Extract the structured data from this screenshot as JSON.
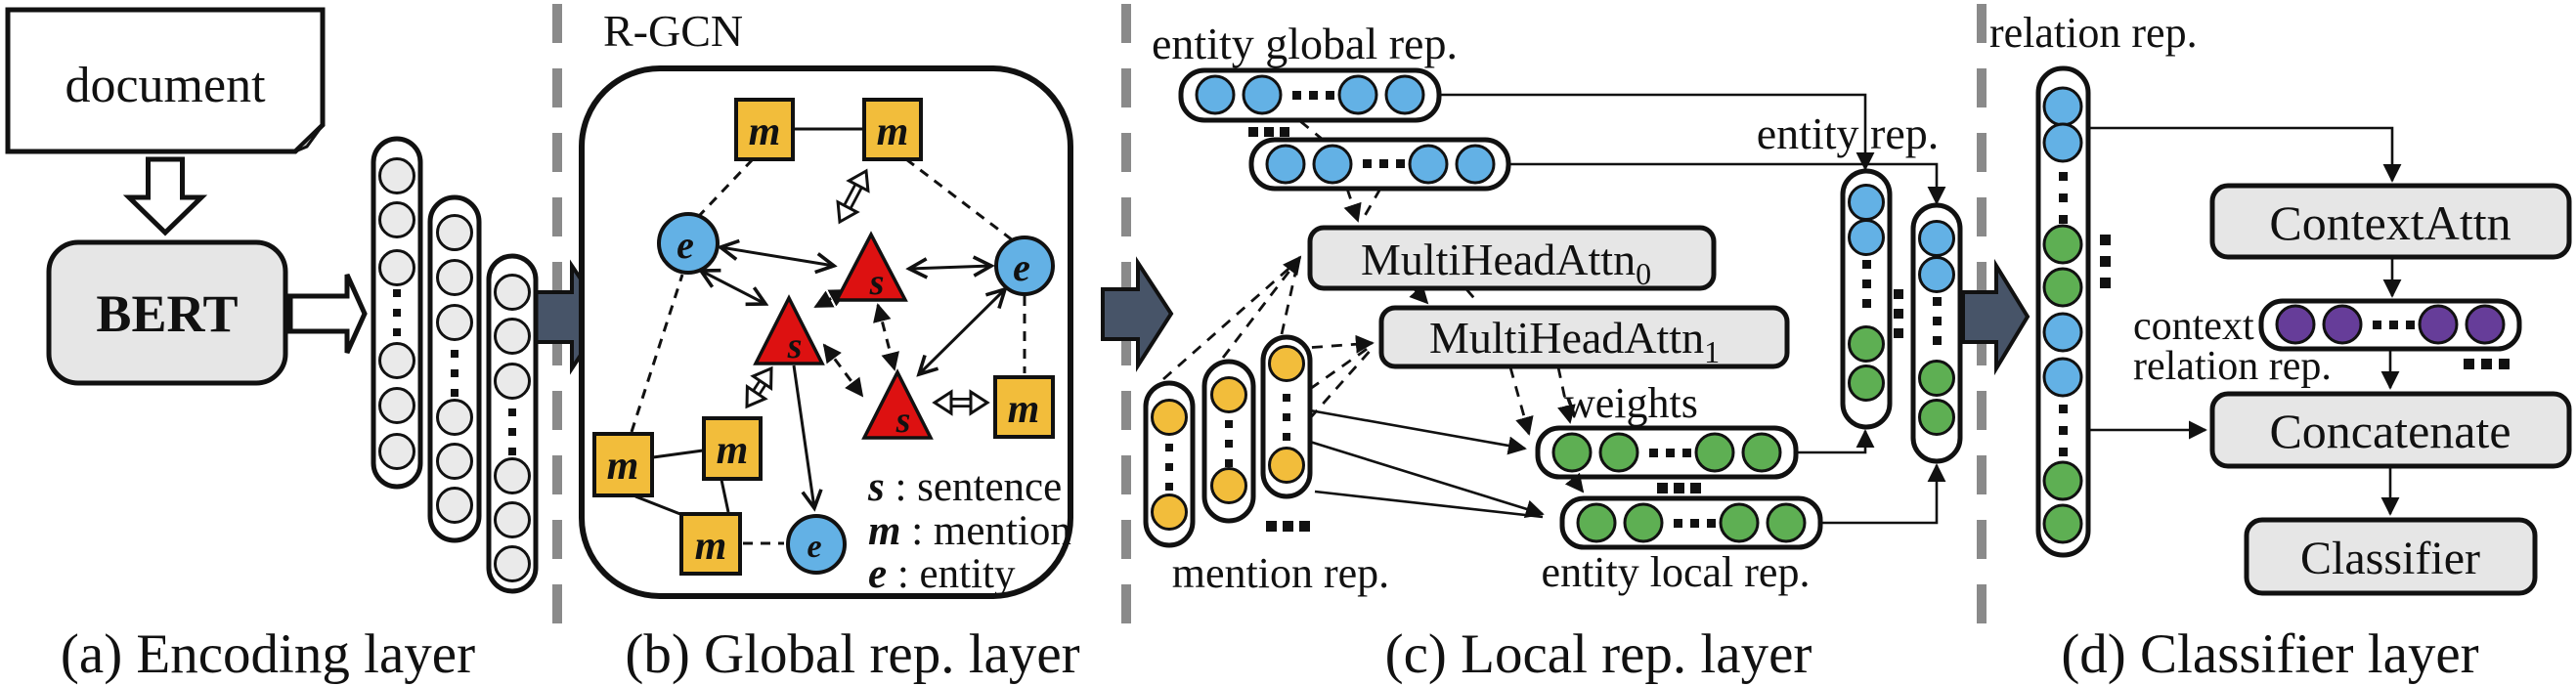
{
  "colors": {
    "ink": "#111111",
    "yellow": "#F2BD3B",
    "blue": "#63B1E5",
    "green": "#5EAF53",
    "red": "#DD1111",
    "purple": "#663D99",
    "boxgray": "#E6E6E6",
    "circlegray": "#EAEAEA",
    "darkarrow": "#475468",
    "separator": "#8A8A8A"
  },
  "encoding": {
    "caption": "(a) Encoding layer",
    "document_label": "document",
    "bert_label": "BERT"
  },
  "global": {
    "caption": "(b) Global rep. layer",
    "title": "R-GCN",
    "mention_symbol": "m",
    "entity_symbol": "e",
    "sentence_symbol": "s",
    "legend": [
      {
        "symbol": "s",
        "rest": " : sentence"
      },
      {
        "symbol": "m",
        "rest": " : mention"
      },
      {
        "symbol": "e",
        "rest": " : entity"
      }
    ]
  },
  "local": {
    "caption": "(c) Local rep. layer",
    "entity_global_label": "entity global rep.",
    "entity_rep_label": "entity rep.",
    "mha0_main": "MultiHeadAttn",
    "mha0_sub": "0",
    "mha1_main": "MultiHeadAttn",
    "mha1_sub": "1",
    "weights_label": "weights",
    "mention_rep_label": "mention rep.",
    "entity_local_label": "entity local rep."
  },
  "classifier": {
    "caption": "(d) Classifier layer",
    "relation_rep_label": "relation rep.",
    "contextattn_label": "ContextAttn",
    "context_relation_line1": "context",
    "context_relation_line2": "relation rep.",
    "concatenate_label": "Concatenate",
    "classifier_label": "Classifier"
  }
}
